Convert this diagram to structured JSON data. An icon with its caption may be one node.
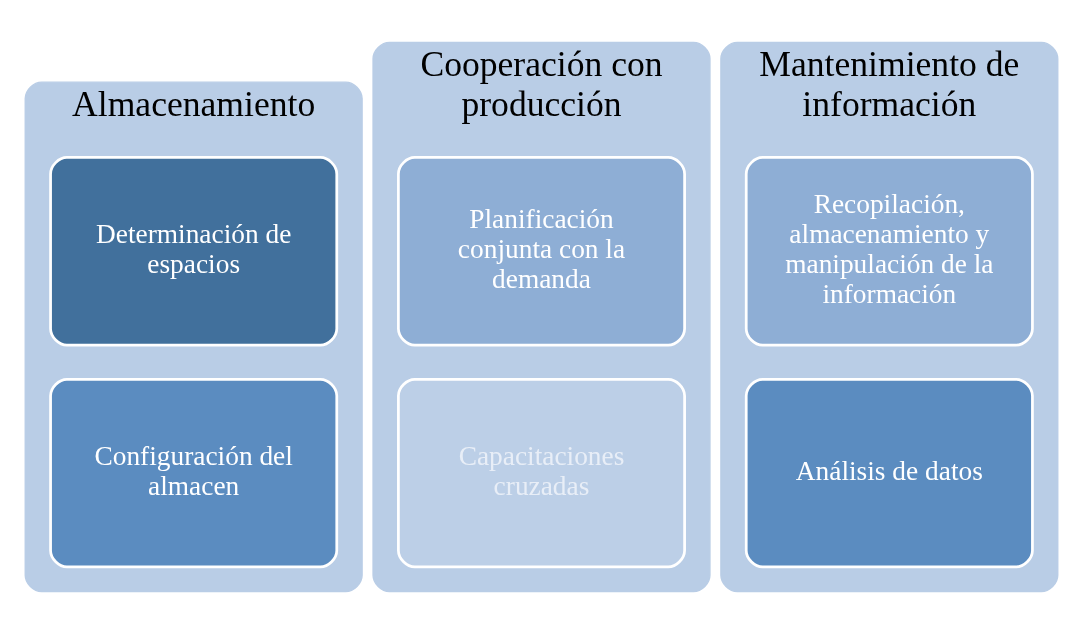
{
  "diagram": {
    "nodes": [
      {
        "text": [
          "Almacenamiento"
        ]
      },
      {
        "text": [
          "Determinación de espacios"
        ],
        "in": 0
      },
      {
        "text": [
          "Configuración del almacen"
        ],
        "in": 0
      },
      {
        "text": [
          "Cooperación con producción"
        ]
      },
      {
        "text": [
          "Planificación conjunta con la demanda"
        ],
        "in": 3
      },
      {
        "text": [
          "Capacitaciones cruzadas"
        ],
        "in": 3
      },
      {
        "text": [
          "Mantenimiento de información"
        ]
      },
      {
        "text": [
          "Recopilación, almacenamiento y manipulación de la información"
        ],
        "in": 6
      },
      {
        "text": [
          "Análisis de datos"
        ],
        "in": 6
      }
    ]
  }
}
